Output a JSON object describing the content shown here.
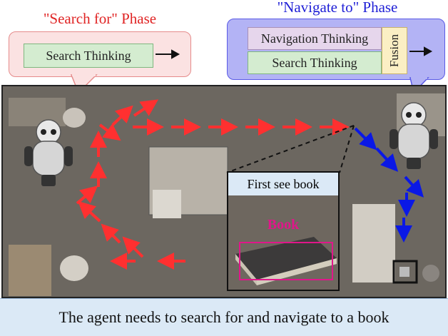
{
  "search_phase": {
    "title": "\"Search for\" Phase",
    "module_label": "Search Thinking"
  },
  "navigate_phase": {
    "title": "\"Navigate to\" Phase",
    "navigation_label": "Navigation Thinking",
    "search_label": "Search Thinking",
    "fusion_label": "Fusion"
  },
  "inset": {
    "header": "First see book",
    "object_label": "Book"
  },
  "caption": "The agent needs to search for and navigate to a book",
  "colors": {
    "search_path": "#ff3030",
    "navigate_path": "#0a18e6",
    "object_box": "#e0168a"
  }
}
